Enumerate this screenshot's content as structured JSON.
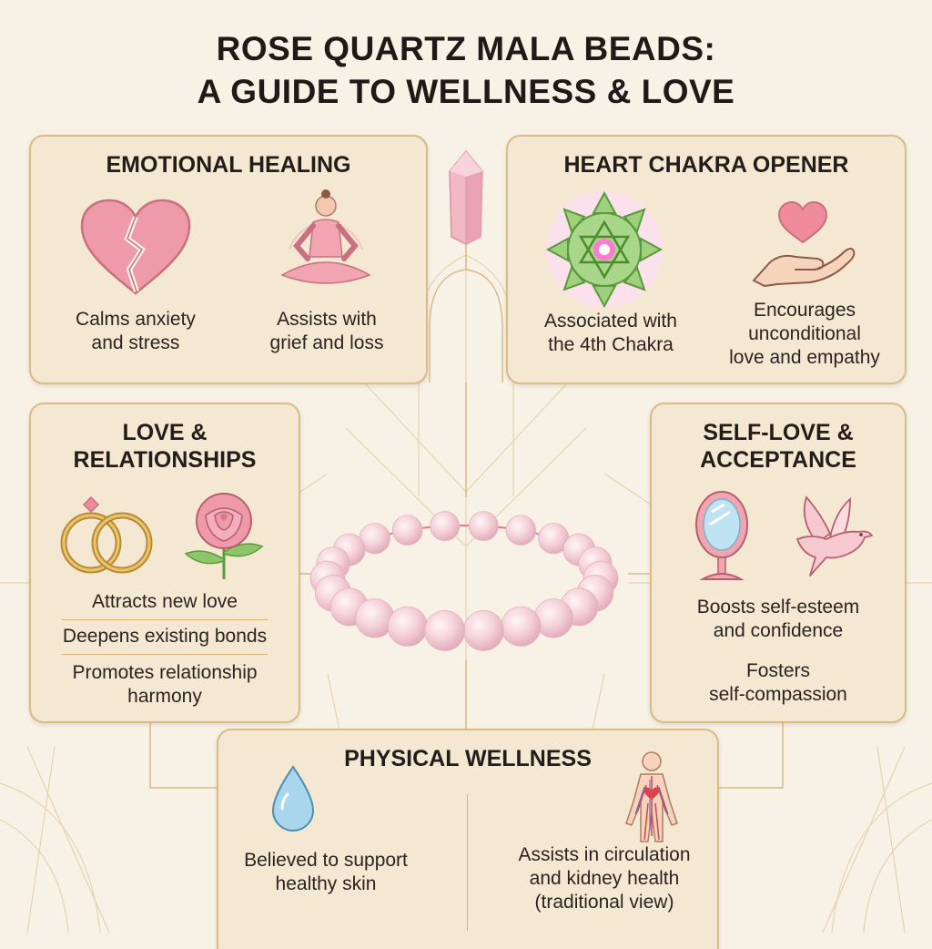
{
  "title": {
    "line1": "ROSE QUARTZ MALA BEADS:",
    "line2": "A GUIDE TO WELLNESS & LOVE"
  },
  "emotional": {
    "title": "EMOTIONAL HEALING",
    "item1": {
      "line1": "Calms anxiety",
      "line2": "and stress"
    },
    "item2": {
      "line1": "Assists with",
      "line2": "grief and loss"
    }
  },
  "heart": {
    "title": "HEART CHAKRA OPENER",
    "item1": {
      "line1": "Associated with",
      "line2": "the 4th Chakra"
    },
    "item2": {
      "line1": "Encourages",
      "line2": "unconditional",
      "line3": "love and empathy"
    }
  },
  "love": {
    "title1": "LOVE &",
    "title2": "RELATIONSHIPS",
    "item1": "Attracts new love",
    "item2": "Deepens existing bonds",
    "item3": {
      "line1": "Promotes relationship",
      "line2": "harmony"
    }
  },
  "self": {
    "title1": "SELF-LOVE &",
    "title2": "ACCEPTANCE",
    "item1": {
      "line1": "Boosts self-esteem",
      "line2": "and confidence"
    },
    "item2": {
      "line1": "Fosters",
      "line2": "self-compassion"
    }
  },
  "physical": {
    "title": "PHYSICAL WELLNESS",
    "item1": {
      "line1": "Believed to support",
      "line2": "healthy skin"
    },
    "item2": {
      "line1": "Assists in circulation",
      "line2": "and kidney health",
      "line3": "(traditional view)"
    }
  },
  "colors": {
    "background": "#f7f1e6",
    "card": "#f5e8d2",
    "border": "#d8bb85",
    "rose": "#ef9aa8",
    "gold": "#c9a25a"
  },
  "icons": [
    "broken-heart-icon",
    "meditation-icon",
    "crystal-icon",
    "heart-chakra-icon",
    "heart-hand-icon",
    "rings-icon",
    "rose-icon",
    "mirror-icon",
    "dove-icon",
    "water-drop-icon",
    "body-circulation-icon"
  ]
}
